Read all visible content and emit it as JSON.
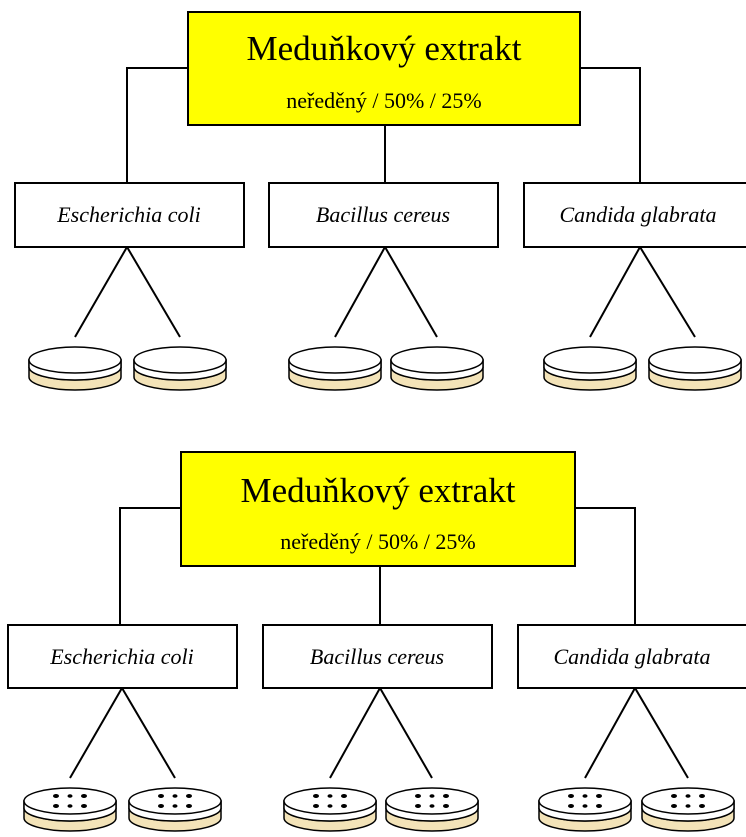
{
  "colors": {
    "header_fill": "#ffff00",
    "agar": "#f3e3b8",
    "stroke": "#000000"
  },
  "panels": [
    {
      "title": "Meduňkový extrakt",
      "subtitle": "neředěný / 50% / 25%",
      "organisms": [
        "Escherichia coli",
        "Bacillus cereus",
        "Candida glabrata"
      ],
      "plates_per_organism": 2,
      "plate_state": "empty"
    },
    {
      "title": "Meduňkový extrakt",
      "subtitle": "neředěný / 50% / 25%",
      "organisms": [
        "Escherichia coli",
        "Bacillus cereus",
        "Candida glabrata"
      ],
      "plates_per_organism": 2,
      "plate_state": "with-discs"
    }
  ]
}
